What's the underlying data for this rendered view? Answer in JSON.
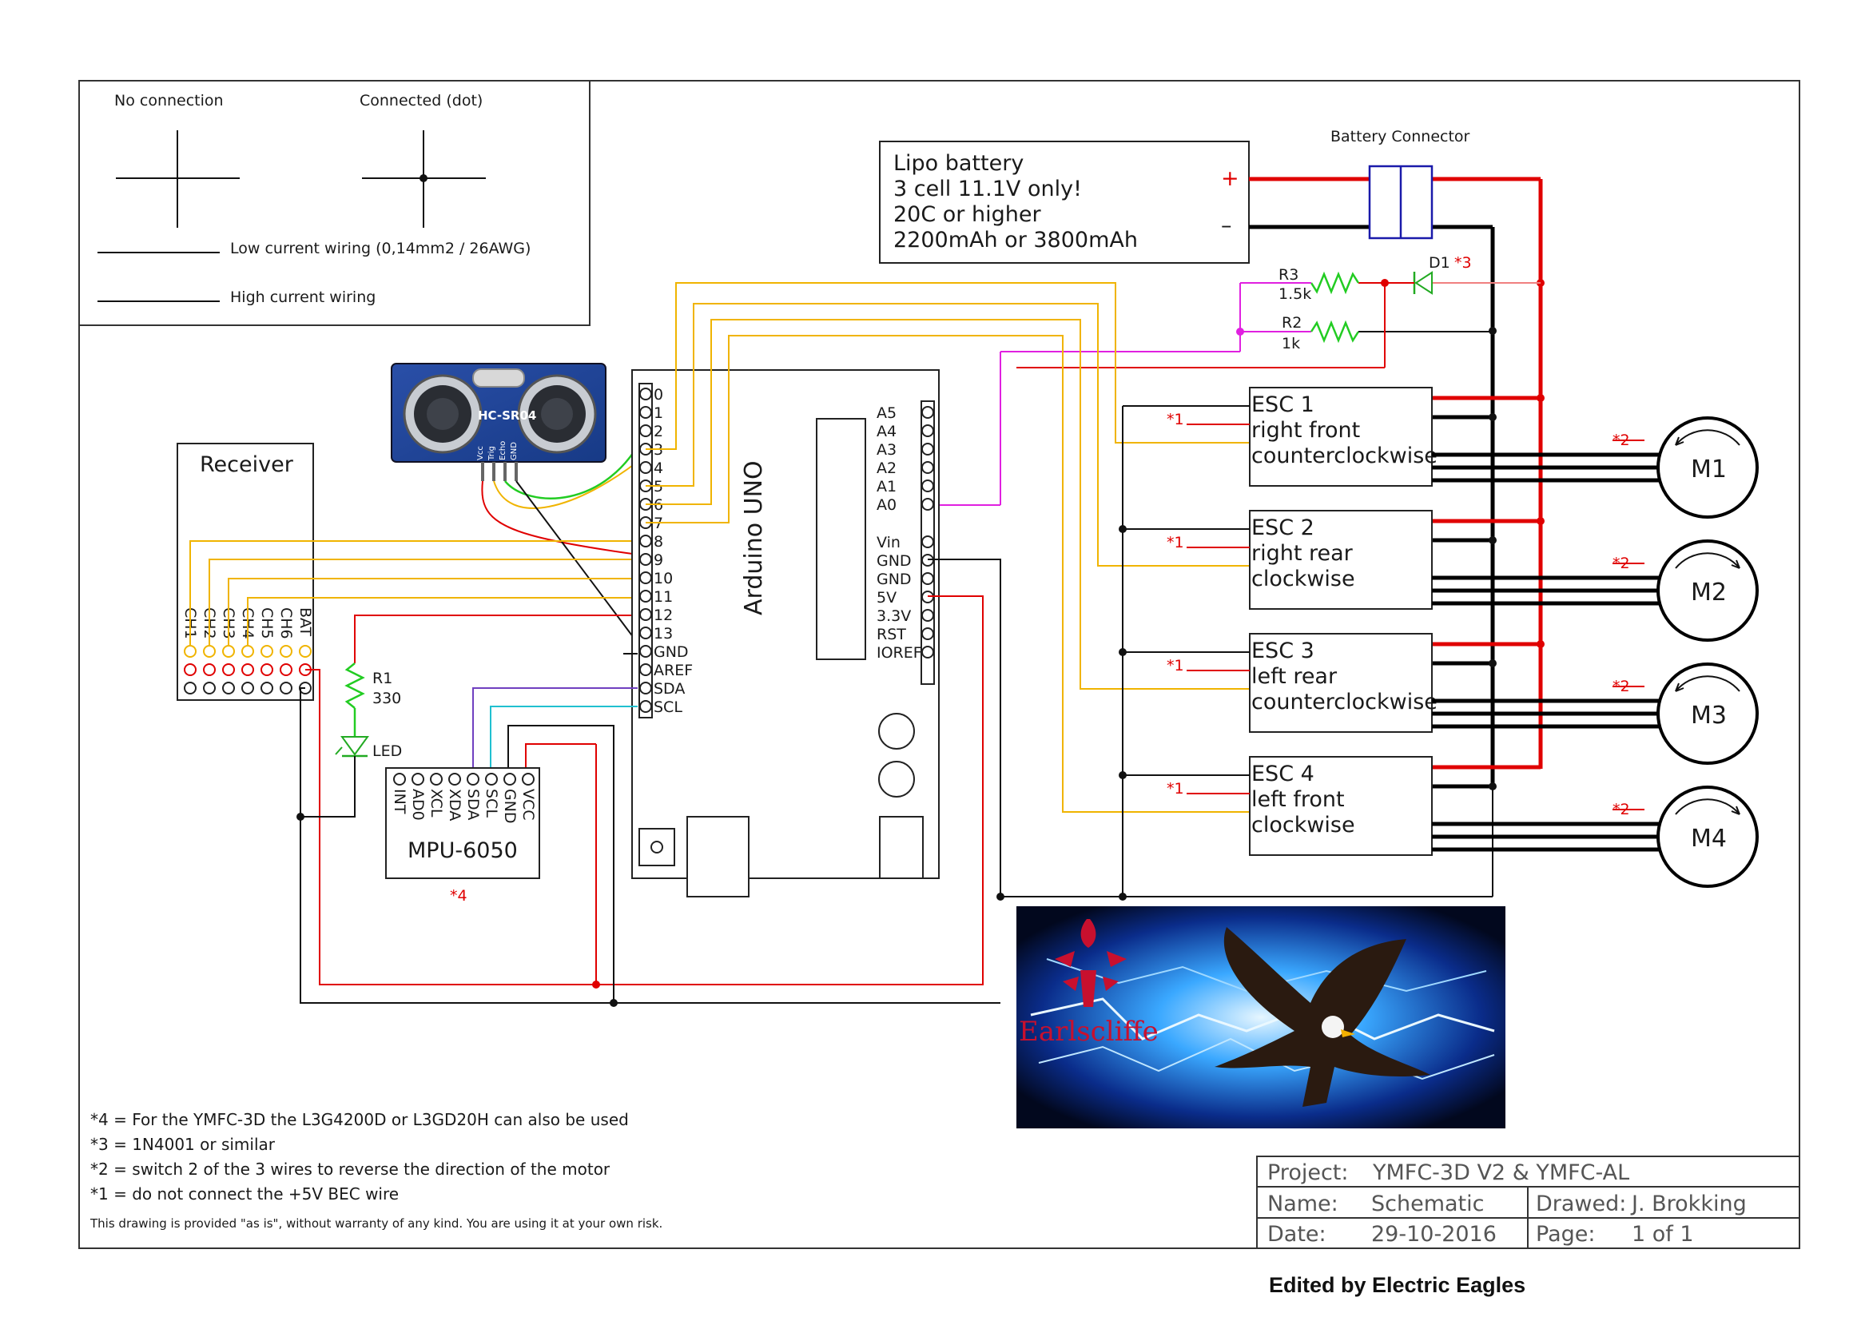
{
  "legend": {
    "no_connection": "No connection",
    "connected": "Connected (dot)",
    "low_current": "Low current wiring (0,14mm2 / 26AWG)",
    "high_current": "High current wiring"
  },
  "battery": {
    "lines": [
      "Lipo battery",
      "3 cell 11.1V only!",
      "20C or higher",
      "2200mAh or 3800mAh"
    ],
    "plus": "+",
    "minus": "–",
    "connector_label": "Battery Connector"
  },
  "resistors": {
    "r3_name": "R3",
    "r3_value": "1.5k",
    "r2_name": "R2",
    "r2_value": "1k",
    "r1_name": "R1",
    "r1_value": "330",
    "d1": "D1",
    "d1_note": "*3",
    "led": "LED"
  },
  "sensor": {
    "label": "HC-SR04",
    "pins": [
      "Vcc",
      "Trig",
      "Echo",
      "GND"
    ]
  },
  "receiver": {
    "title": "Receiver",
    "channels": [
      "CH1",
      "CH2",
      "CH3",
      "CH4",
      "CH5",
      "CH6",
      "BAT"
    ]
  },
  "arduino": {
    "title": "Arduino UNO",
    "digital_pins": [
      "0",
      "1",
      "2",
      "3",
      "4",
      "5",
      "6",
      "7",
      "8",
      "9",
      "10",
      "11",
      "12",
      "13",
      "GND",
      "AREF",
      "SDA",
      "SCL"
    ],
    "analog_pins": [
      "A5",
      "A4",
      "A3",
      "A2",
      "A1",
      "A0"
    ],
    "power_pins": [
      "Vin",
      "GND",
      "GND",
      "5V",
      "3.3V",
      "RST",
      "IOREF"
    ]
  },
  "mpu": {
    "title": "MPU-6050",
    "pins": [
      "INT",
      "AD0",
      "XCL",
      "XDA",
      "SDA",
      "SCL",
      "GND",
      "VCC"
    ],
    "note": "*4"
  },
  "escs": [
    {
      "name": "ESC 1",
      "pos": "right front",
      "dir": "counterclockwise",
      "note": "*1"
    },
    {
      "name": "ESC 2",
      "pos": "right rear",
      "dir": "clockwise",
      "note": "*1"
    },
    {
      "name": "ESC 3",
      "pos": "left rear",
      "dir": "counterclockwise",
      "note": "*1"
    },
    {
      "name": "ESC 4",
      "pos": "left front",
      "dir": "clockwise",
      "note": "*1"
    }
  ],
  "motors": [
    {
      "name": "M1",
      "note": "*2"
    },
    {
      "name": "M2",
      "note": "*2"
    },
    {
      "name": "M3",
      "note": "*2"
    },
    {
      "name": "M4",
      "note": "*2"
    }
  ],
  "footnotes": [
    "*4 = For the YMFC-3D the L3G4200D or L3GD20H can also be used",
    "*3 = 1N4001 or similar",
    "*2 = switch 2 of the 3 wires to reverse the direction of the motor",
    "*1 = do not connect the +5V BEC wire"
  ],
  "disclaimer": "This drawing is provided \"as is\", without warranty of any kind. You are using it at your own risk.",
  "logo_text": "Earlscliffe",
  "title_block": {
    "project_label": "Project:",
    "project_value": "YMFC-3D V2 & YMFC-AL",
    "name_label": "Name:",
    "name_value": "Schematic",
    "drawed_label": "Drawed:",
    "drawed_value": "J. Brokking",
    "date_label": "Date:",
    "date_value": "29-10-2016",
    "page_label": "Page:",
    "page_value": "1 of 1"
  },
  "credit": "Edited by Electric Eagles",
  "colors": {
    "power_positive": "#e00000",
    "ground": "#000000",
    "signal": "#f0b400",
    "battery_sense": "#e020e0"
  }
}
